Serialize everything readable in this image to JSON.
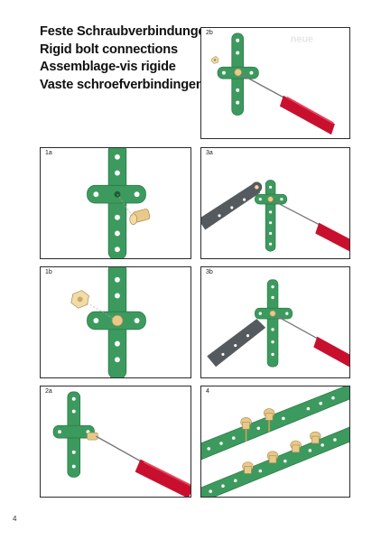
{
  "titles": [
    "Feste Schraubverbindungen",
    "Rigid bolt connections",
    "Assemblage-vis rigide",
    "Vaste schroefverbindingen"
  ],
  "panels": {
    "p2b": {
      "label": "2b"
    },
    "p1a": {
      "label": "1a"
    },
    "p3a": {
      "label": "3a"
    },
    "p1b": {
      "label": "1b"
    },
    "p3b": {
      "label": "3b"
    },
    "p2a": {
      "label": "2a"
    },
    "p4": {
      "label": "4"
    }
  },
  "page_number": "4",
  "colors": {
    "strip_green": "#3d9a5e",
    "strip_dark": "#2a7a47",
    "screwdriver_red": "#c8102e",
    "brass": "#e8c98a",
    "gray_strip": "#555a5e"
  }
}
